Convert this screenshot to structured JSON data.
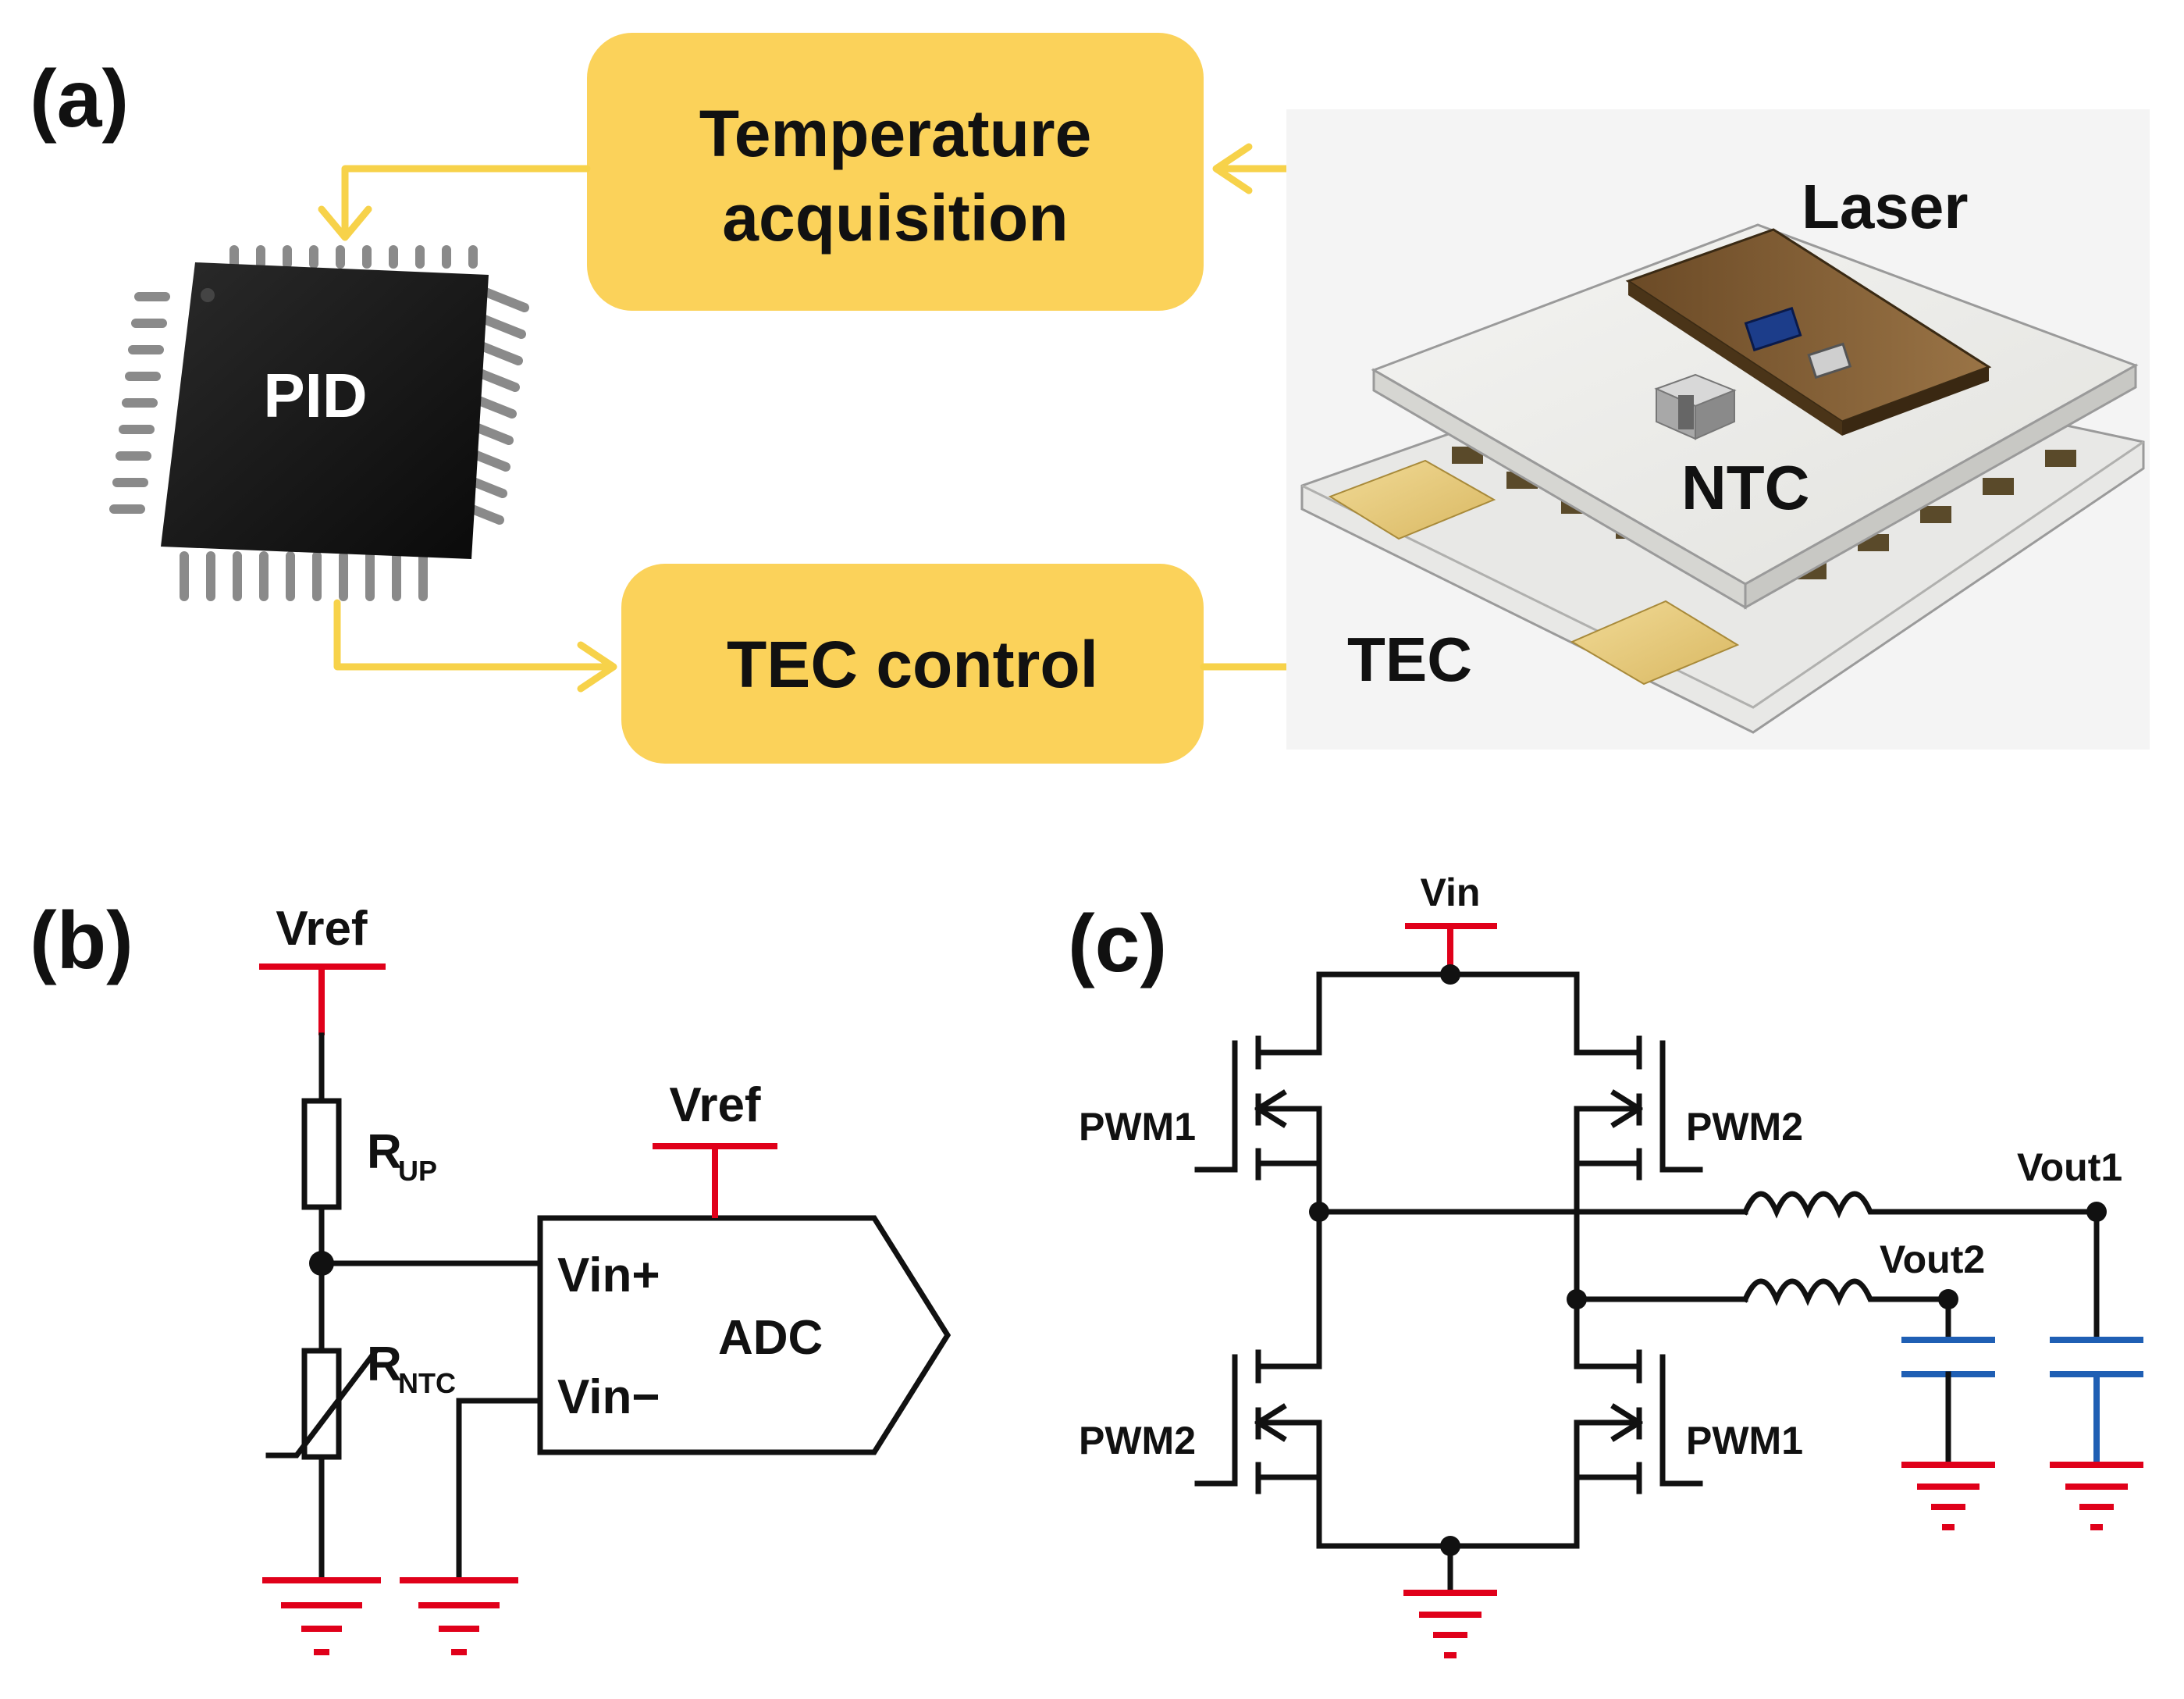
{
  "panel_a": {
    "label": "(a)",
    "box_temperature": [
      "Temperature",
      "acquisition"
    ],
    "box_tec_control": "TEC control",
    "chip_label": "PID",
    "module_labels": {
      "laser": "Laser",
      "ntc": "NTC",
      "tec": "TEC"
    },
    "colors": {
      "box_fill": "#fbd25a",
      "arrow": "#f7d24a",
      "chip": "#141414"
    }
  },
  "panel_b": {
    "label": "(b)",
    "vref_top": "Vref",
    "vref_adc": "Vref",
    "r_up": {
      "main": "R",
      "sub": "UP"
    },
    "r_ntc": {
      "main": "R",
      "sub": "NTC"
    },
    "adc_label": "ADC",
    "vin_plus": "Vin+",
    "vin_minus": "Vin−",
    "colors": {
      "supply": "#e0001a"
    }
  },
  "panel_c": {
    "label": "(c)",
    "vin": "Vin",
    "pwm1_top": "PWM1",
    "pwm2_top": "PWM2",
    "pwm2_bottom": "PWM2",
    "pwm1_bottom": "PWM1",
    "vout1": "Vout1",
    "vout2": "Vout2",
    "colors": {
      "supply": "#e0001a",
      "capacitor": "#1f5fb4"
    }
  }
}
